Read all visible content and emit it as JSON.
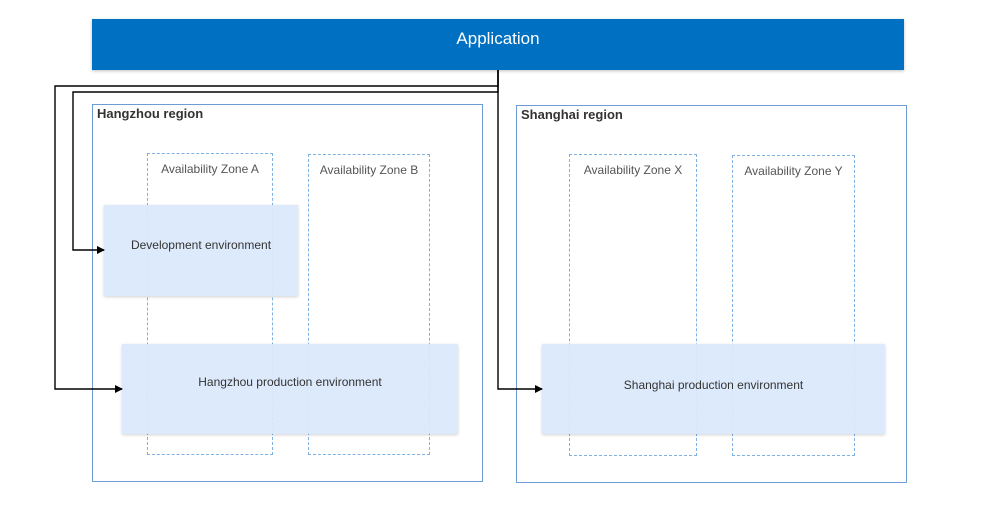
{
  "application": {
    "label": "Application"
  },
  "regions": {
    "hangzhou": {
      "title": "Hangzhou region",
      "zones": [
        "Availability Zone A",
        "Availability Zone B"
      ],
      "environments": {
        "development": "Development environment",
        "production": "Hangzhou production environment"
      }
    },
    "shanghai": {
      "title": "Shanghai region",
      "zones": [
        "Availability Zone X",
        "Availability Zone Y"
      ],
      "environments": {
        "production": "Shanghai production environment"
      }
    }
  },
  "colors": {
    "application_bar": "#0070c3",
    "region_border": "#6e9bd4",
    "zone_border": "#7fb1e3",
    "environment_fill": "#dae8fc",
    "connector": "#000000"
  }
}
